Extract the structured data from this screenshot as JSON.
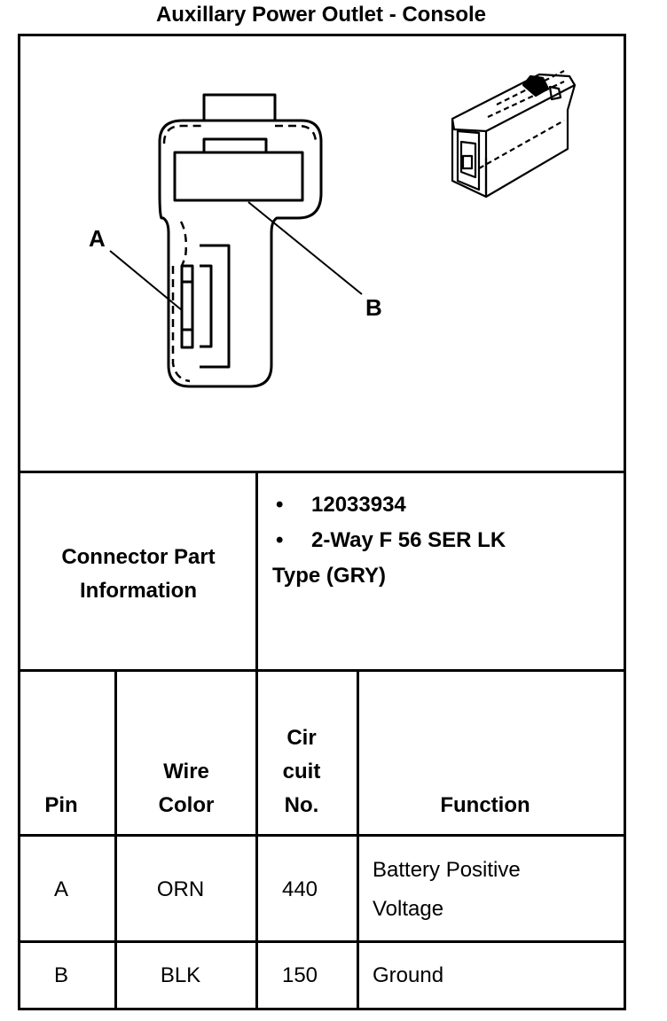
{
  "title": "Auxillary Power Outlet - Console",
  "diagram": {
    "labels": {
      "a": "A",
      "b": "B"
    }
  },
  "connector": {
    "label_line1": "Connector Part",
    "label_line2": "Information",
    "bullet": "•",
    "part_number": "12033934",
    "description_line1": "2-Way F 56 SER LK",
    "description_line2": "Type (GRY)"
  },
  "table": {
    "headers": {
      "pin": "Pin",
      "wire_color_1": "Wire",
      "wire_color_2": "Color",
      "circuit_1": "Cir",
      "circuit_2": "cuit",
      "circuit_3": "No.",
      "function": "Function"
    },
    "rows": [
      {
        "pin": "A",
        "wire_color": "ORN",
        "circuit": "440",
        "function_line1": "Battery Positive",
        "function_line2": "Voltage"
      },
      {
        "pin": "B",
        "wire_color": "BLK",
        "circuit": "150",
        "function_line1": "Ground",
        "function_line2": ""
      }
    ]
  }
}
